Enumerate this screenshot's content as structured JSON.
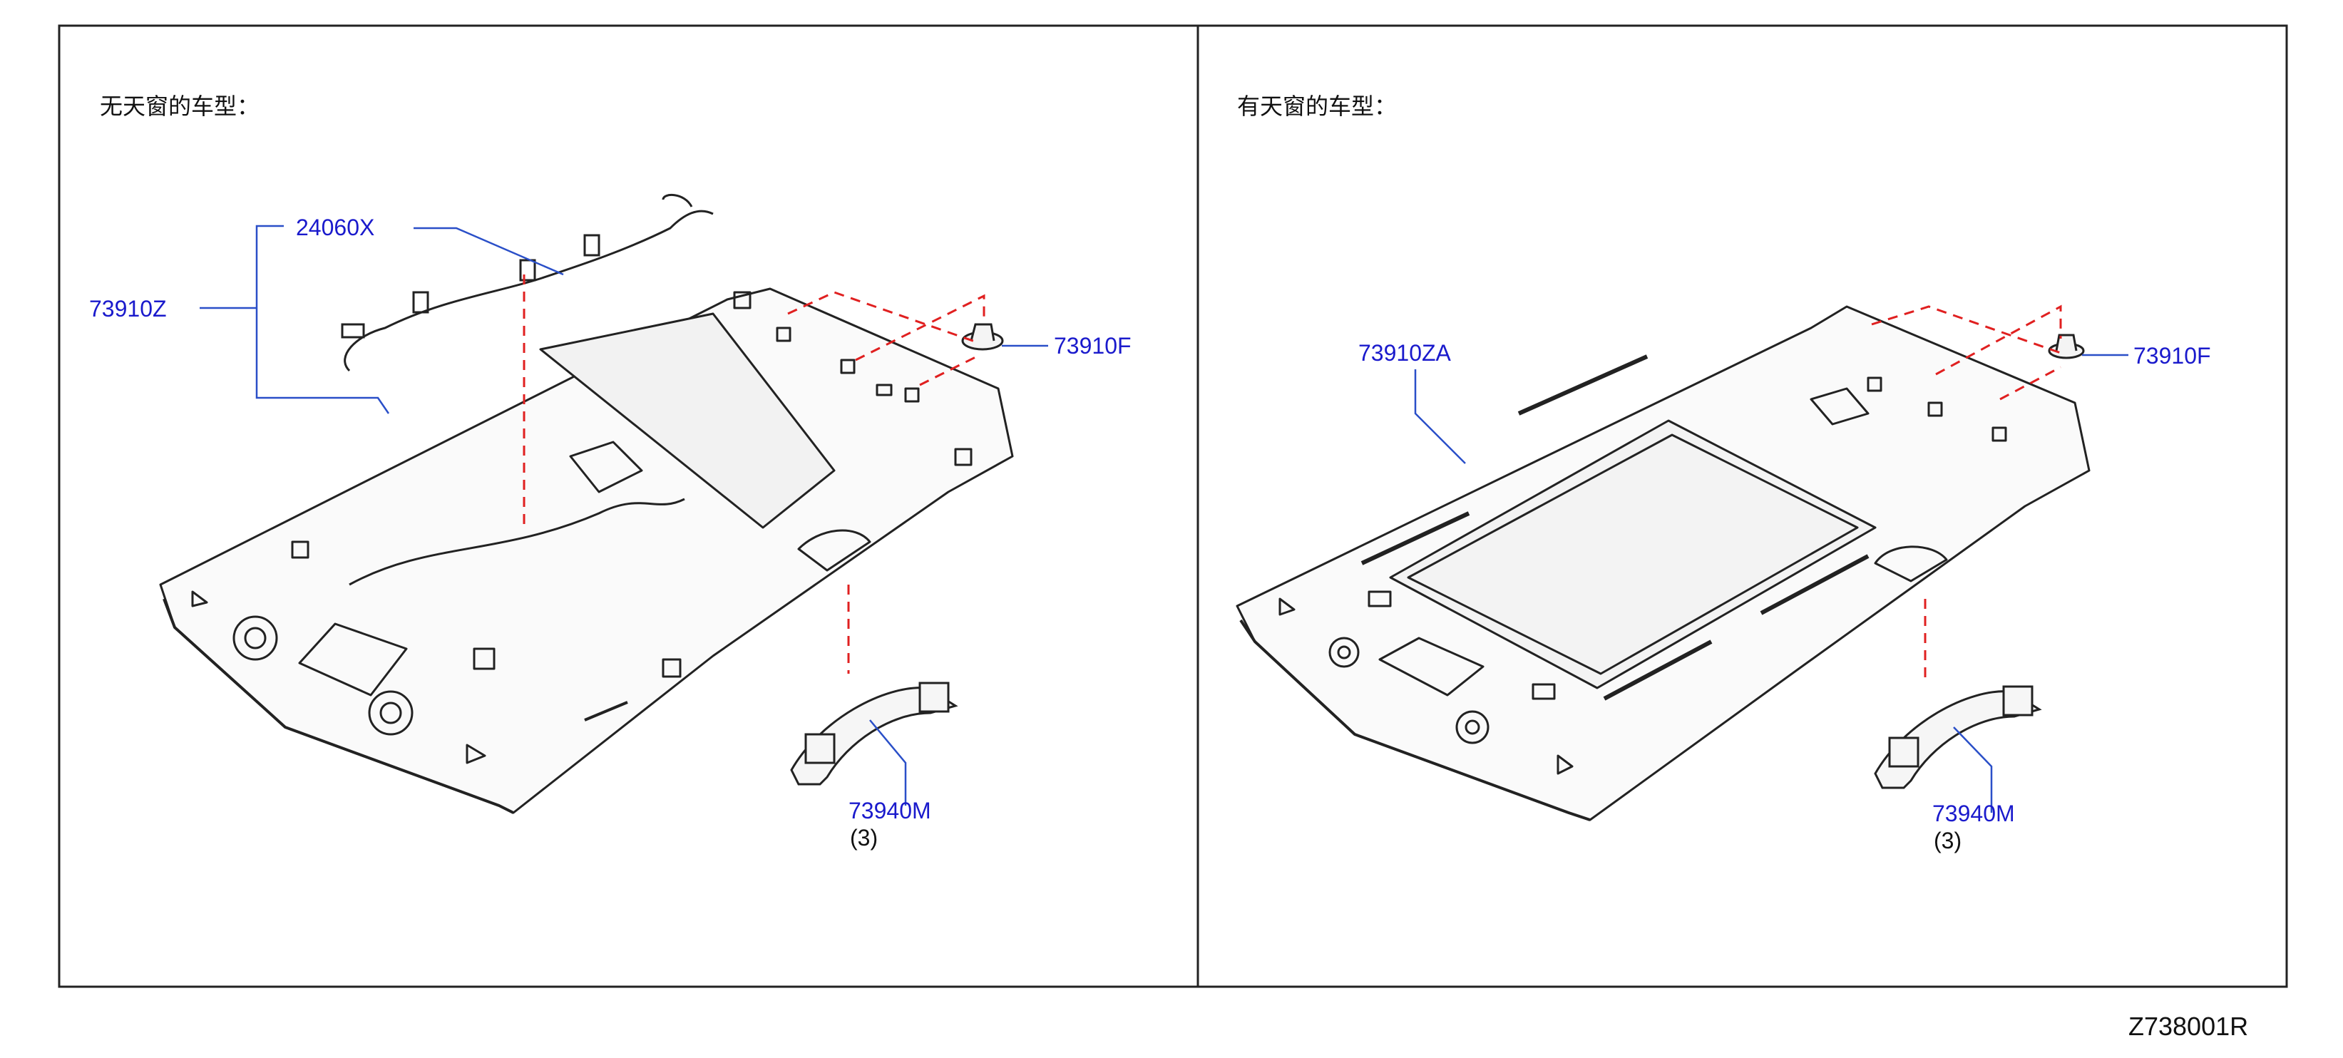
{
  "diagram_code": "Z738001R",
  "panels": {
    "left": {
      "caption": "无天窗的车型：",
      "parts": {
        "headlining": "73910Z",
        "harness": "24060X",
        "clip": "73910F",
        "grip": "73940M",
        "grip_qty": "(3)"
      }
    },
    "right": {
      "caption": "有天窗的车型：",
      "parts": {
        "headlining": "73910ZA",
        "clip": "73910F",
        "grip": "73940M",
        "grip_qty": "(3)"
      }
    }
  },
  "colors": {
    "part_number": "#1a1acc",
    "leader": "#2a4fc8",
    "dash": "#e02020",
    "line": "#222222"
  }
}
